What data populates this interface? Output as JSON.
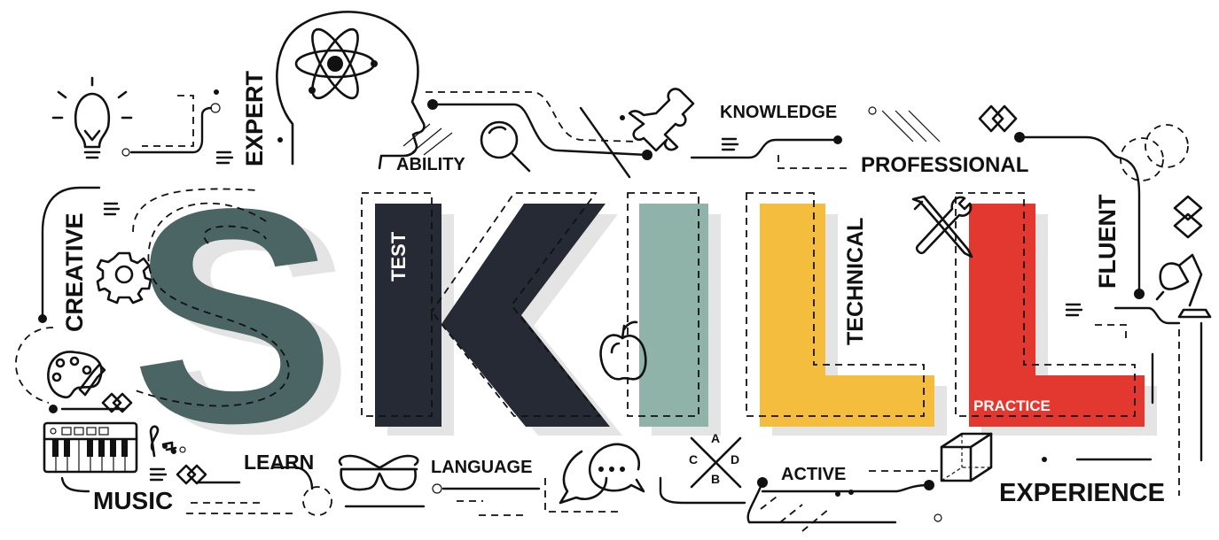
{
  "title_letters": [
    "S",
    "K",
    "I",
    "L",
    "L"
  ],
  "colors": {
    "s": "#4a6563",
    "k": "#252a35",
    "i": "#8fb3a8",
    "l1": "#f5bd3e",
    "l2": "#e2382f",
    "ink": "#111111",
    "shadow": "#e4e4e4"
  },
  "words": {
    "expert": "EXPERT",
    "ability": "ABILITY",
    "knowledge": "KNOWLEDGE",
    "professional": "PROFESSIONAL",
    "creative": "CREATIVE",
    "test": "TEST",
    "technical": "TECHNICAL",
    "fluent": "FLUENT",
    "practice": "PRACTICE",
    "learn": "LEARN",
    "language": "LANGUAGE",
    "active": "ACTIVE",
    "music": "MUSIC",
    "experience": "EXPERIENCE"
  },
  "quiz_options": [
    "A",
    "B",
    "C",
    "D"
  ],
  "icons": [
    "lightbulb-icon",
    "brain-atom-icon",
    "magnifier-icon",
    "puzzle-icon",
    "gear-icon",
    "palette-icon",
    "apple-icon",
    "tools-icon",
    "lamp-icon",
    "piano-icon",
    "music-notes-icon",
    "glasses-icon",
    "chat-bubbles-icon",
    "cube-icon",
    "diamond-icon"
  ]
}
